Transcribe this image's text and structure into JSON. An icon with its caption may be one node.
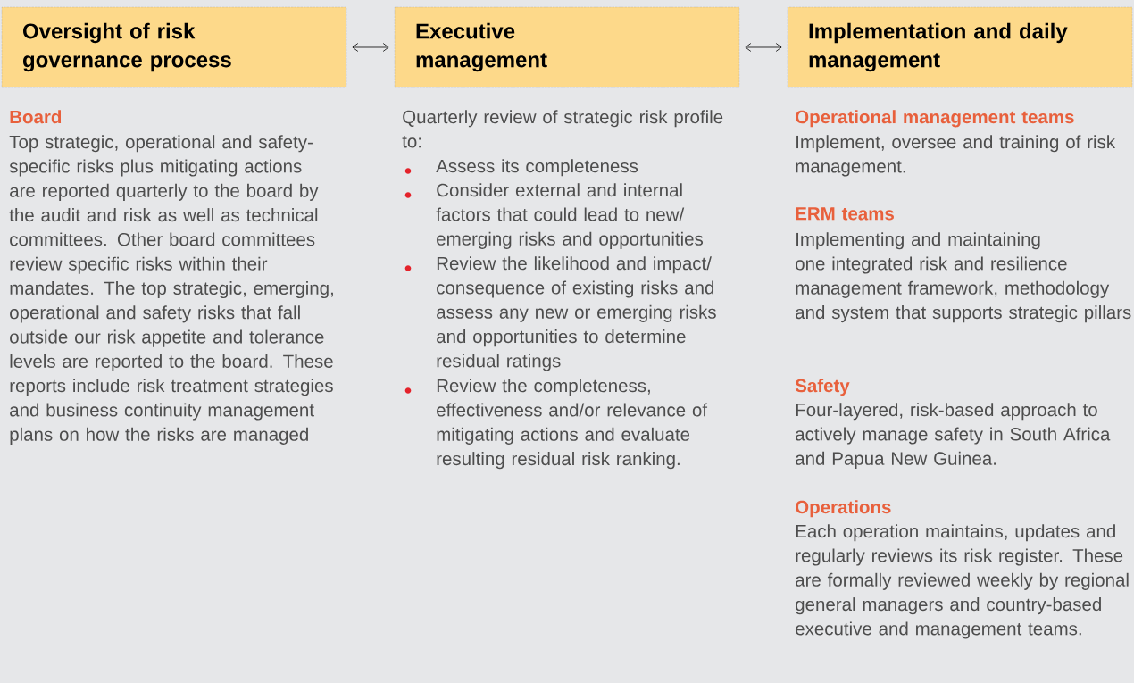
{
  "diagram": {
    "nodes": [
      {
        "text": [
          "Oversight of risk governance process"
        ]
      },
      {
        "text": [
          "Executive management"
        ]
      },
      {
        "text": [
          "Implementation and daily management"
        ]
      }
    ],
    "edges": [
      {
        "from": 0,
        "to": 1,
        "arrow": "both"
      },
      {
        "from": 1,
        "to": 2,
        "arrow": "both"
      }
    ],
    "labels": [
      "Board",
      "Top strategic, operational and safety-specific risks plus mitigating actions are reported quarterly to the board by the audit and risk as well as technical committees. Other board committees review specific risks within their mandates. The top strategic, emerging, operational and safety risks that fall outside our risk appetite and tolerance levels are reported to the board. These reports include risk treatment strategies and business continuity management plans on how the risks are managed",
      "Quarterly review of strategic risk profile to:",
      "Assess its completeness",
      "Consider external and internal factors that could lead to new/ emerging risks and opportunities",
      "Review the likelihood and impact/ consequence of existing risks and assess any new or emerging risks and opportunities to determine residual ratings",
      "Review the completeness, effectiveness and/or relevance of mitigating actions and evaluate resulting residual risk ranking.",
      "Operational management teams",
      "Implement, oversee and training of risk management.",
      "ERM teams",
      "Implementing and maintaining one integrated risk and resilience management framework, methodology and system that supports strategic pillars",
      "Safety",
      "Four-layered, risk-based approach to actively manage safety in South Africa and Papua New Guinea.",
      "Operations",
      "Each operation maintains, updates and regularly reviews its risk register. These are formally reviewed weekly by regional general managers and country-based executive and management teams."
    ]
  }
}
